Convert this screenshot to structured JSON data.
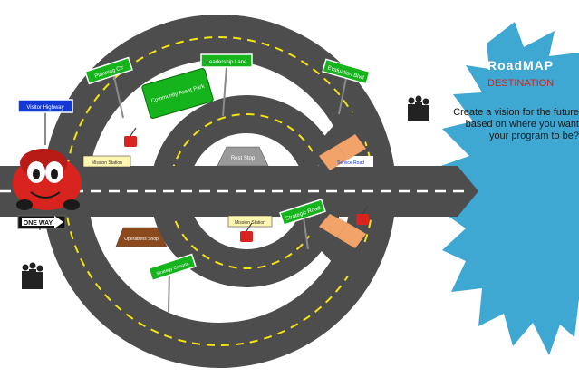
{
  "colors": {
    "road": "#4d4d4d",
    "road_edge": "#3a3a3a",
    "lane_yellow": "#f4e50e",
    "lane_white": "#ffffff",
    "sign_green": "#15b31c",
    "sign_blue": "#1238d6",
    "callout_blue": "#3ea8d3",
    "arrow_orange": "#f1a36a",
    "car_red": "#d8231e",
    "title_red": "#d8231e"
  },
  "signs": {
    "visitor_highway": "Visitor Highway",
    "planning_ctr": "Planning Ctr",
    "leadership_lane": "Leadership Lane",
    "evaluation_blvd": "Evaluation Blvd",
    "community_assets": "Community Asset Park",
    "mission_station_top": "Mission Station",
    "rest_stop": "Rest Stop",
    "service_road": "Service Road",
    "operations_shop": "Operations Shop",
    "mission_station_bottom": "Mission Station",
    "strategic_road": "Strategic Road",
    "strategy_cohorts": "Strategy Cohorts",
    "one_way": "ONE WAY"
  },
  "callout": {
    "title": "RoadMAP",
    "subtitle": "DESTINATION",
    "body": "Create a vision for the future based on where you want your program to be?"
  }
}
